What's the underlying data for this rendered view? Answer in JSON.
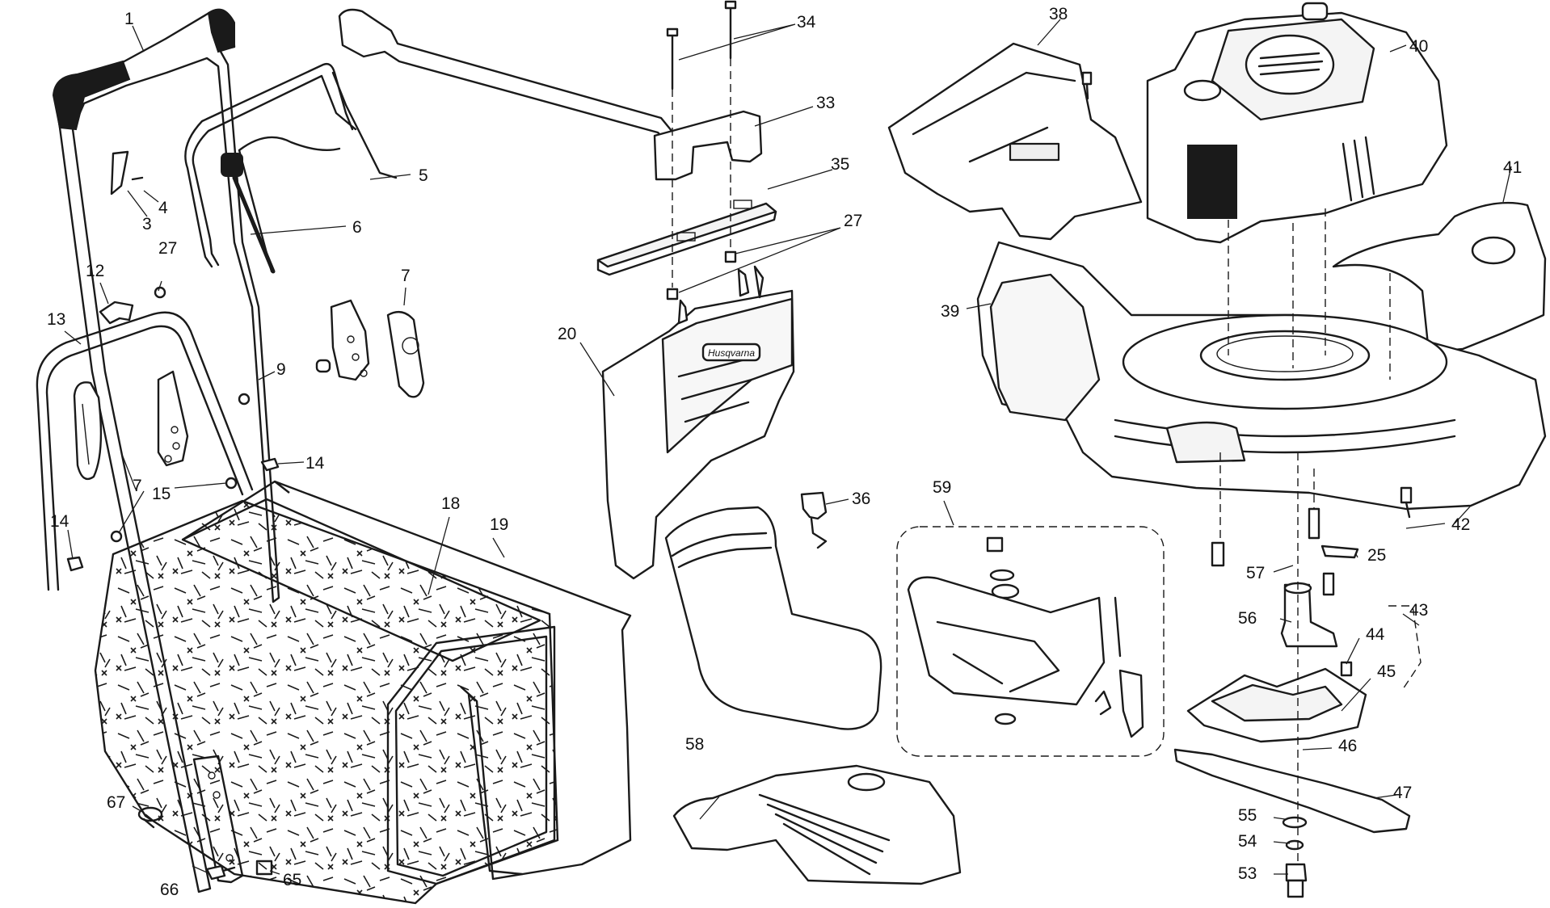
{
  "callouts": [
    {
      "id": "c1",
      "text": "1"
    },
    {
      "id": "c3",
      "text": "3"
    },
    {
      "id": "c4",
      "text": "4"
    },
    {
      "id": "c5",
      "text": "5"
    },
    {
      "id": "c6",
      "text": "6"
    },
    {
      "id": "c7a",
      "text": "7"
    },
    {
      "id": "c7b",
      "text": "7"
    },
    {
      "id": "c9",
      "text": "9"
    },
    {
      "id": "c12",
      "text": "12"
    },
    {
      "id": "c13",
      "text": "13"
    },
    {
      "id": "c14a",
      "text": "14"
    },
    {
      "id": "c14b",
      "text": "14"
    },
    {
      "id": "c15",
      "text": "15"
    },
    {
      "id": "c18",
      "text": "18"
    },
    {
      "id": "c19",
      "text": "19"
    },
    {
      "id": "c20",
      "text": "20"
    },
    {
      "id": "c25",
      "text": "25"
    },
    {
      "id": "c27a",
      "text": "27"
    },
    {
      "id": "c27b",
      "text": "27"
    },
    {
      "id": "c33",
      "text": "33"
    },
    {
      "id": "c34",
      "text": "34"
    },
    {
      "id": "c35",
      "text": "35"
    },
    {
      "id": "c36",
      "text": "36"
    },
    {
      "id": "c38",
      "text": "38"
    },
    {
      "id": "c39",
      "text": "39"
    },
    {
      "id": "c40",
      "text": "40"
    },
    {
      "id": "c41",
      "text": "41"
    },
    {
      "id": "c42",
      "text": "42"
    },
    {
      "id": "c43",
      "text": "43"
    },
    {
      "id": "c44",
      "text": "44"
    },
    {
      "id": "c45",
      "text": "45"
    },
    {
      "id": "c46",
      "text": "46"
    },
    {
      "id": "c47",
      "text": "47"
    },
    {
      "id": "c53",
      "text": "53"
    },
    {
      "id": "c54",
      "text": "54"
    },
    {
      "id": "c55",
      "text": "55"
    },
    {
      "id": "c56",
      "text": "56"
    },
    {
      "id": "c57",
      "text": "57"
    },
    {
      "id": "c58",
      "text": "58"
    },
    {
      "id": "c59",
      "text": "59"
    },
    {
      "id": "c65",
      "text": "65"
    },
    {
      "id": "c66",
      "text": "66"
    },
    {
      "id": "c67",
      "text": "67"
    }
  ],
  "brand_mark": "Husqvarna"
}
